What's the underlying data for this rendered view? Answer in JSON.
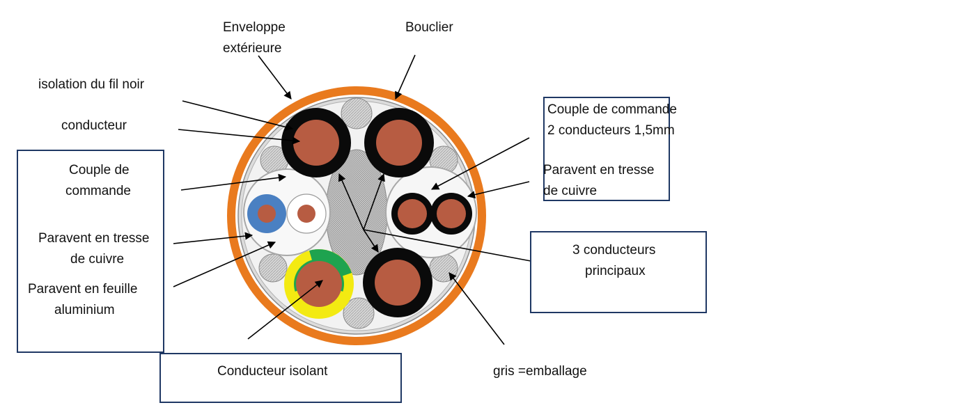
{
  "colors": {
    "sheath": "#e97a1e",
    "inner_sheath": "#ffffff",
    "filler": "#bdbdbd",
    "copper": "#b75c42",
    "black_insulation": "#0a0a0a",
    "blue_insulation": "#4a80c2",
    "yellow_insulation": "#f3ea12",
    "green_insulation": "#1ea34f",
    "box_border": "#1f3864"
  },
  "labels": {
    "enveloppe_l1": "Enveloppe",
    "enveloppe_l2": "extérieure",
    "bouclier": "Bouclier",
    "isolation_fil_noir": "isolation du fil noir",
    "conducteur": "conducteur",
    "couple_l1": "Couple de",
    "couple_l2": "commande",
    "paravent_tresse_l1": "Paravent en tresse",
    "paravent_tresse_l2": "de cuivre",
    "paravent_feuille_l1": "Paravent en feuille",
    "paravent_feuille_l2": "aluminium",
    "couple_right_l1": "Couple de commande",
    "couple_right_l2": "2 conducteurs  1,5mm",
    "paravent_right_l1": "Paravent en tresse",
    "paravent_right_l2": "de cuivre",
    "trois_conducteurs_l1": "3 conducteurs",
    "trois_conducteurs_l2": "principaux",
    "conducteur_isolant": "Conducteur  isolant",
    "gris_emballage": "gris =emballage"
  }
}
